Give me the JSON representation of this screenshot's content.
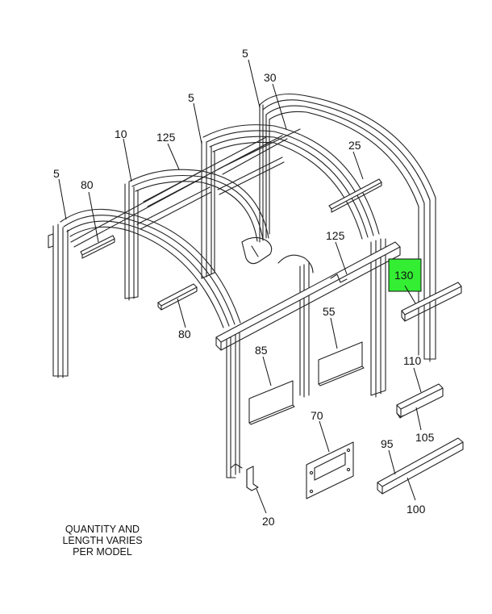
{
  "callouts": {
    "c5a": "5",
    "c5b": "5",
    "c5c": "5",
    "c10": "10",
    "c20": "20",
    "c25": "25",
    "c30": "30",
    "c55": "55",
    "c70": "70",
    "c80a": "80",
    "c80b": "80",
    "c85": "85",
    "c95": "95",
    "c100": "100",
    "c105": "105",
    "c110": "110",
    "c125a": "125",
    "c125b": "125",
    "c130": "130"
  },
  "note": {
    "line1": "QUANTITY AND",
    "line2": "LENGTH VARIES",
    "line3": "PER MODEL"
  },
  "colors": {
    "highlight": "#33ee33",
    "line": "#222222"
  }
}
